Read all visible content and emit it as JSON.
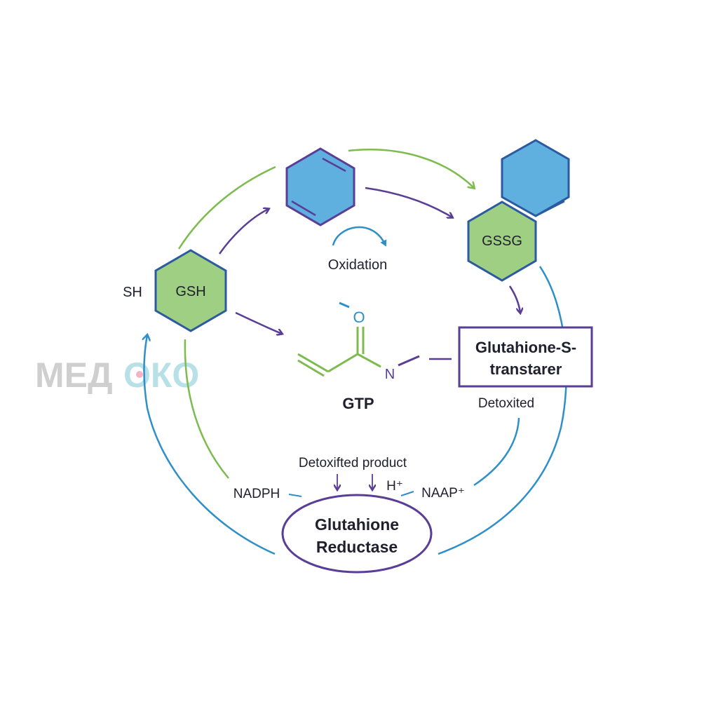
{
  "labels": {
    "sh": "SH",
    "gsh": "GSH",
    "gssg": "GSSG",
    "oxidation": "Oxidation",
    "gtp": "GTP",
    "oxygen": "O",
    "nitrogen": "N",
    "gst_line1": "Glutahione-S-",
    "gst_line2": "transtarer",
    "detoxited": "Detoxited",
    "detox_product": "Detoxifted product",
    "nadph": "NADPH",
    "h_plus": "H⁺",
    "naap_plus": "NAAP⁺",
    "reductase_line1": "Glutahione",
    "reductase_line2": "Reductase"
  },
  "watermark": {
    "part1": "МЕД",
    "part2": "ОКО"
  },
  "colors": {
    "green": "#7dbb4f",
    "green_fill": "#9fcf82",
    "purple": "#5a3d96",
    "blue": "#2f8fc9",
    "blue_fill": "#5fb0de",
    "hex_stroke": "#2c5aa0"
  }
}
